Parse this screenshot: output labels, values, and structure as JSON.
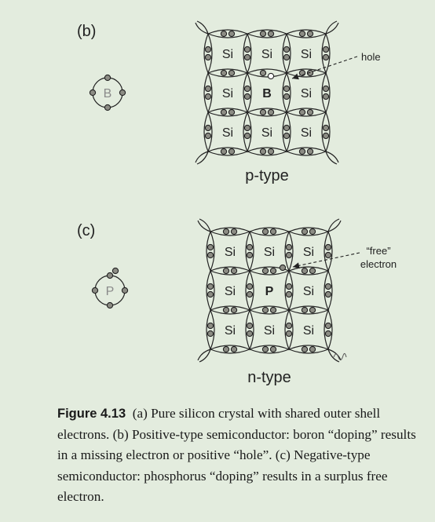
{
  "panel_b": {
    "label": "(b)",
    "atom": "B",
    "lattice": [
      [
        "Si",
        "Si",
        "Si"
      ],
      [
        "Si",
        "B",
        "Si"
      ],
      [
        "Si",
        "Si",
        "Si"
      ]
    ],
    "callout": "hole",
    "type_label": "p-type"
  },
  "panel_c": {
    "label": "(c)",
    "atom": "P",
    "lattice": [
      [
        "Si",
        "Si",
        "Si"
      ],
      [
        "Si",
        "P",
        "Si"
      ],
      [
        "Si",
        "Si",
        "Si"
      ]
    ],
    "callout_line1": "“free”",
    "callout_line2": "electron",
    "type_label": "n-type"
  },
  "caption": {
    "figure_label": "Figure 4.13",
    "text": "(a) Pure silicon crystal with shared outer shell electrons. (b) Positive-type semiconductor: boron “doping” results in a missing electron or positive “hole”. (c) Negative-type semiconductor: phosphorus “doping” results in a surplus free electron."
  },
  "colors": {
    "background": "#e3ecde",
    "electron": "#8c8c84",
    "line": "#222222",
    "dopant_label": "#8a8a8a"
  }
}
